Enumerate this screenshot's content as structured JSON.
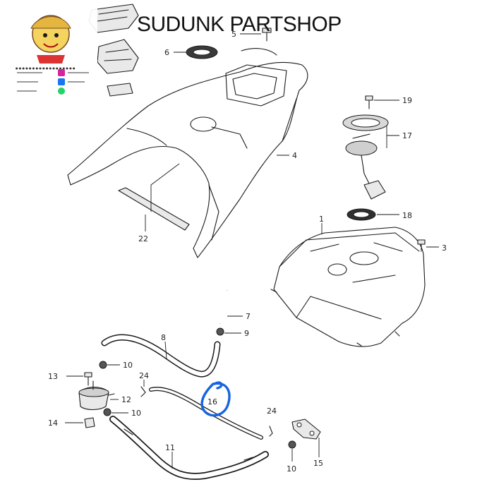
{
  "watermark": {
    "shop_name": "SUDUNK PARTSHOP"
  },
  "callouts": [
    {
      "id": "c1",
      "text": "1"
    },
    {
      "id": "c3",
      "text": "3"
    },
    {
      "id": "c4",
      "text": "4"
    },
    {
      "id": "c5",
      "text": "5"
    },
    {
      "id": "c6",
      "text": "6"
    },
    {
      "id": "c7",
      "text": "7"
    },
    {
      "id": "c8",
      "text": "8"
    },
    {
      "id": "c9",
      "text": "9"
    },
    {
      "id": "c10a",
      "text": "10"
    },
    {
      "id": "c10b",
      "text": "10"
    },
    {
      "id": "c10c",
      "text": "10"
    },
    {
      "id": "c11",
      "text": "11"
    },
    {
      "id": "c12",
      "text": "12"
    },
    {
      "id": "c13",
      "text": "13"
    },
    {
      "id": "c14",
      "text": "14"
    },
    {
      "id": "c15",
      "text": "15"
    },
    {
      "id": "c16",
      "text": "16"
    },
    {
      "id": "c17",
      "text": "17"
    },
    {
      "id": "c18",
      "text": "18"
    },
    {
      "id": "c19",
      "text": "19"
    },
    {
      "id": "c22",
      "text": "22"
    },
    {
      "id": "c24a",
      "text": "24"
    },
    {
      "id": "c24b",
      "text": "24"
    }
  ],
  "highlight": {
    "part": "16",
    "color": "#1565e0"
  },
  "colors": {
    "line": "#1a1a1a",
    "marker": "#1565e0",
    "instagram": "#d6249f",
    "facebook": "#1877f2",
    "whatsapp": "#25d366"
  }
}
